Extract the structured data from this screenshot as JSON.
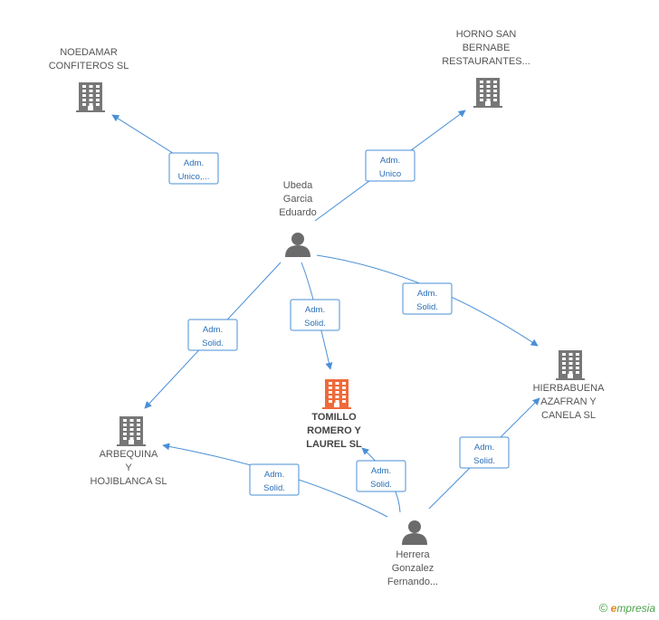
{
  "colors": {
    "edge": "#4a8fd6",
    "company": "#777777",
    "company_highlight": "#ef6a3a",
    "person": "#6b6b6b"
  },
  "nodes": [
    {
      "id": "noedamar",
      "type": "company",
      "icon": "building-icon",
      "lines": [
        "NOEDAMAR",
        "CONFITEROS SL"
      ]
    },
    {
      "id": "horno",
      "type": "company",
      "icon": "building-icon",
      "lines": [
        "HORNO SAN",
        "BERNABE",
        "RESTAURANTES..."
      ]
    },
    {
      "id": "ubeda",
      "type": "person",
      "icon": "person-icon",
      "lines": [
        "Ubeda",
        "Garcia",
        "Eduardo"
      ]
    },
    {
      "id": "tomillo",
      "type": "company",
      "main": true,
      "icon": "building-icon",
      "lines": [
        "TOMILLO",
        "ROMERO Y",
        "LAUREL SL"
      ]
    },
    {
      "id": "arbequina",
      "type": "company",
      "icon": "building-icon",
      "lines": [
        "ARBEQUINA",
        "Y",
        "HOJIBLANCA SL"
      ]
    },
    {
      "id": "hierbabuena",
      "type": "company",
      "icon": "building-icon",
      "lines": [
        "HIERBABUENA",
        "AZAFRAN Y",
        "CANELA SL"
      ]
    },
    {
      "id": "herrera",
      "type": "person",
      "icon": "person-icon",
      "lines": [
        "Herrera",
        "Gonzalez",
        "Fernando..."
      ]
    }
  ],
  "edges": [
    {
      "from": "ubeda",
      "to": "noedamar",
      "label": [
        "Adm.",
        "Unico,..."
      ]
    },
    {
      "from": "ubeda",
      "to": "horno",
      "label": [
        "Adm.",
        "Unico"
      ]
    },
    {
      "from": "ubeda",
      "to": "arbequina",
      "label": [
        "Adm.",
        "Solid."
      ]
    },
    {
      "from": "ubeda",
      "to": "tomillo",
      "label": [
        "Adm.",
        "Solid."
      ]
    },
    {
      "from": "ubeda",
      "to": "hierbabuena",
      "label": [
        "Adm.",
        "Solid."
      ]
    },
    {
      "from": "herrera",
      "to": "arbequina",
      "label": [
        "Adm.",
        "Solid."
      ]
    },
    {
      "from": "herrera",
      "to": "tomillo",
      "label": [
        "Adm.",
        "Solid."
      ]
    },
    {
      "from": "herrera",
      "to": "hierbabuena",
      "label": [
        "Adm.",
        "Solid."
      ]
    }
  ],
  "footer": {
    "copyright": "©",
    "brand_first": "e",
    "brand_rest": "mpresia"
  }
}
